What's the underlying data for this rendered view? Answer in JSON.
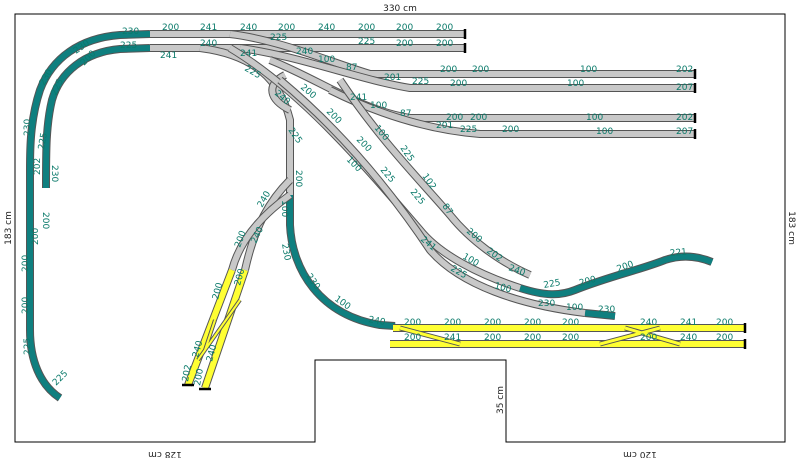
{
  "dimensions": {
    "top_width": "330 cm",
    "left_height": "183 cm",
    "right_height": "183 cm",
    "bottom_left": "128 cm",
    "bottom_right": "120 cm",
    "notch_depth": "35 cm"
  },
  "colors": {
    "board_outline": "#000000",
    "track_grey": "#c0c0c0",
    "track_teal": "#0f7f7f",
    "track_yellow": "#ffff33",
    "label_teal": "#0a7a6a",
    "track_edge": "#555555"
  },
  "labels": {
    "l01": "230",
    "l02": "200",
    "l03": "241",
    "l04": "240",
    "l05": "200",
    "l06": "240",
    "l07": "200",
    "l08": "200",
    "l09": "225",
    "l10": "240",
    "l11": "230",
    "l12": "200",
    "l13": "200",
    "l14": "225",
    "l15": "225",
    "l16": "200",
    "l17": "241",
    "l18": "240",
    "l19": "100",
    "l20": "87",
    "l21": "200",
    "l22": "200",
    "l23": "100",
    "l24": "202",
    "l25": "87",
    "l26": "201",
    "l27": "200",
    "l28": "100",
    "l29": "207",
    "l30": "225",
    "l31": "240",
    "l32": "200",
    "l33": "241",
    "l34": "100",
    "l35": "87",
    "l36": "200",
    "l37": "100",
    "l38": "202",
    "l39": "241",
    "l40": "200",
    "l41": "100",
    "l42": "207",
    "l43": "225",
    "l44": "230",
    "l45": "230",
    "l46": "225",
    "l47": "200",
    "l48": "202",
    "l49": "230",
    "l50": "200",
    "l51": "200",
    "l52": "200",
    "l53": "200",
    "l54": "225",
    "l55": "225",
    "l56": "225",
    "l57": "200",
    "l58": "200",
    "l59": "100",
    "l60": "100",
    "l61": "225",
    "l62": "225",
    "l63": "102",
    "l64": "87",
    "l65": "200",
    "l66": "241",
    "l67": "100",
    "l68": "202",
    "l69": "240",
    "l70": "225",
    "l71": "225",
    "l72": "200",
    "l73": "221",
    "l74": "230",
    "l75": "100",
    "l76": "100",
    "l77": "230",
    "l78": "240",
    "l79": "100",
    "l80": "225",
    "l81": "240",
    "l82": "225",
    "l83": "225",
    "l84": "230",
    "l85": "230",
    "l86": "200",
    "l87": "200",
    "l88": "100",
    "l89": "200",
    "l90": "240",
    "l91": "200",
    "l92": "201",
    "l93": "202",
    "l94": "200",
    "l95": "240",
    "l96": "200",
    "l97": "200",
    "l98": "200",
    "l99": "200",
    "l100": "240",
    "l101": "241",
    "l102": "200",
    "l103": "200",
    "l104": "200",
    "l105": "240",
    "l106": "200",
    "l107": "200",
    "l108": "200",
    "l109": "200",
    "l110": "241",
    "l111": "200",
    "l112": "200"
  }
}
